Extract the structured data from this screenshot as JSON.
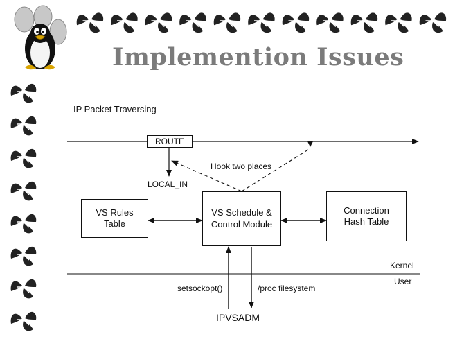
{
  "slide": {
    "title": "Implemention Issues"
  },
  "diagram": {
    "heading": "IP Packet Traversing",
    "route_label": "ROUTE",
    "local_in_label": "LOCAL_IN",
    "hook_label": "Hook two places",
    "rules_box": "VS Rules\nTable",
    "schedule_box": "VS Schedule &\nControl Module",
    "hash_box": "Connection\nHash Table",
    "kernel_label": "Kernel",
    "user_label": "User",
    "setsockopt_label": "setsockopt()",
    "proc_label": "/proc filesystem",
    "ipvsadm_label": "IPVSADM"
  },
  "decor": {
    "leaf_color": "#222222",
    "title_color": "#7b7b7b",
    "mascot_icon": "penguin-mascot-icon",
    "border_icon": "black-leaf-icon"
  }
}
